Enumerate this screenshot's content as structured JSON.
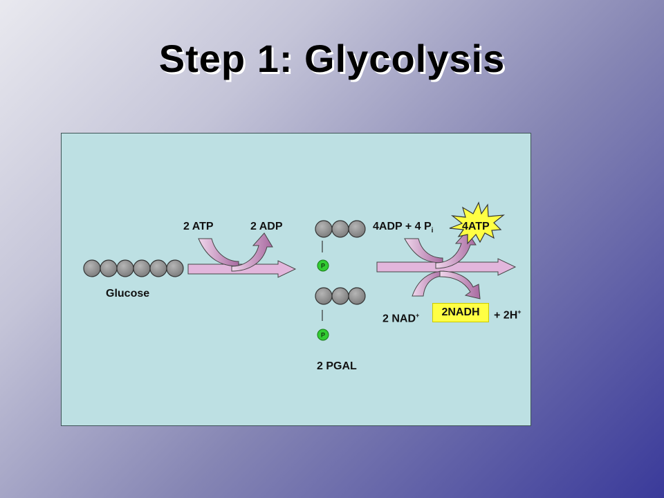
{
  "title": "Step 1: Glycolysis",
  "labels": {
    "glucose": "Glucose",
    "atp_in": "2 ATP",
    "adp_out": "2 ADP",
    "pgal": "2 PGAL",
    "adp_pi": "4ADP + 4 P",
    "pi_sub": "i",
    "atp_out": "4ATP",
    "nad": "2 NAD",
    "nad_sup": "+",
    "nadh": "2NADH",
    "h": "+ 2H",
    "h_sup": "+",
    "phosphate": "P"
  },
  "colors": {
    "panel": "#bde0e3",
    "carbon": "#8c8c8c",
    "arrow_pink": "#e2b6dc",
    "phosphate": "#33cc33",
    "burst": "#ffff44"
  }
}
